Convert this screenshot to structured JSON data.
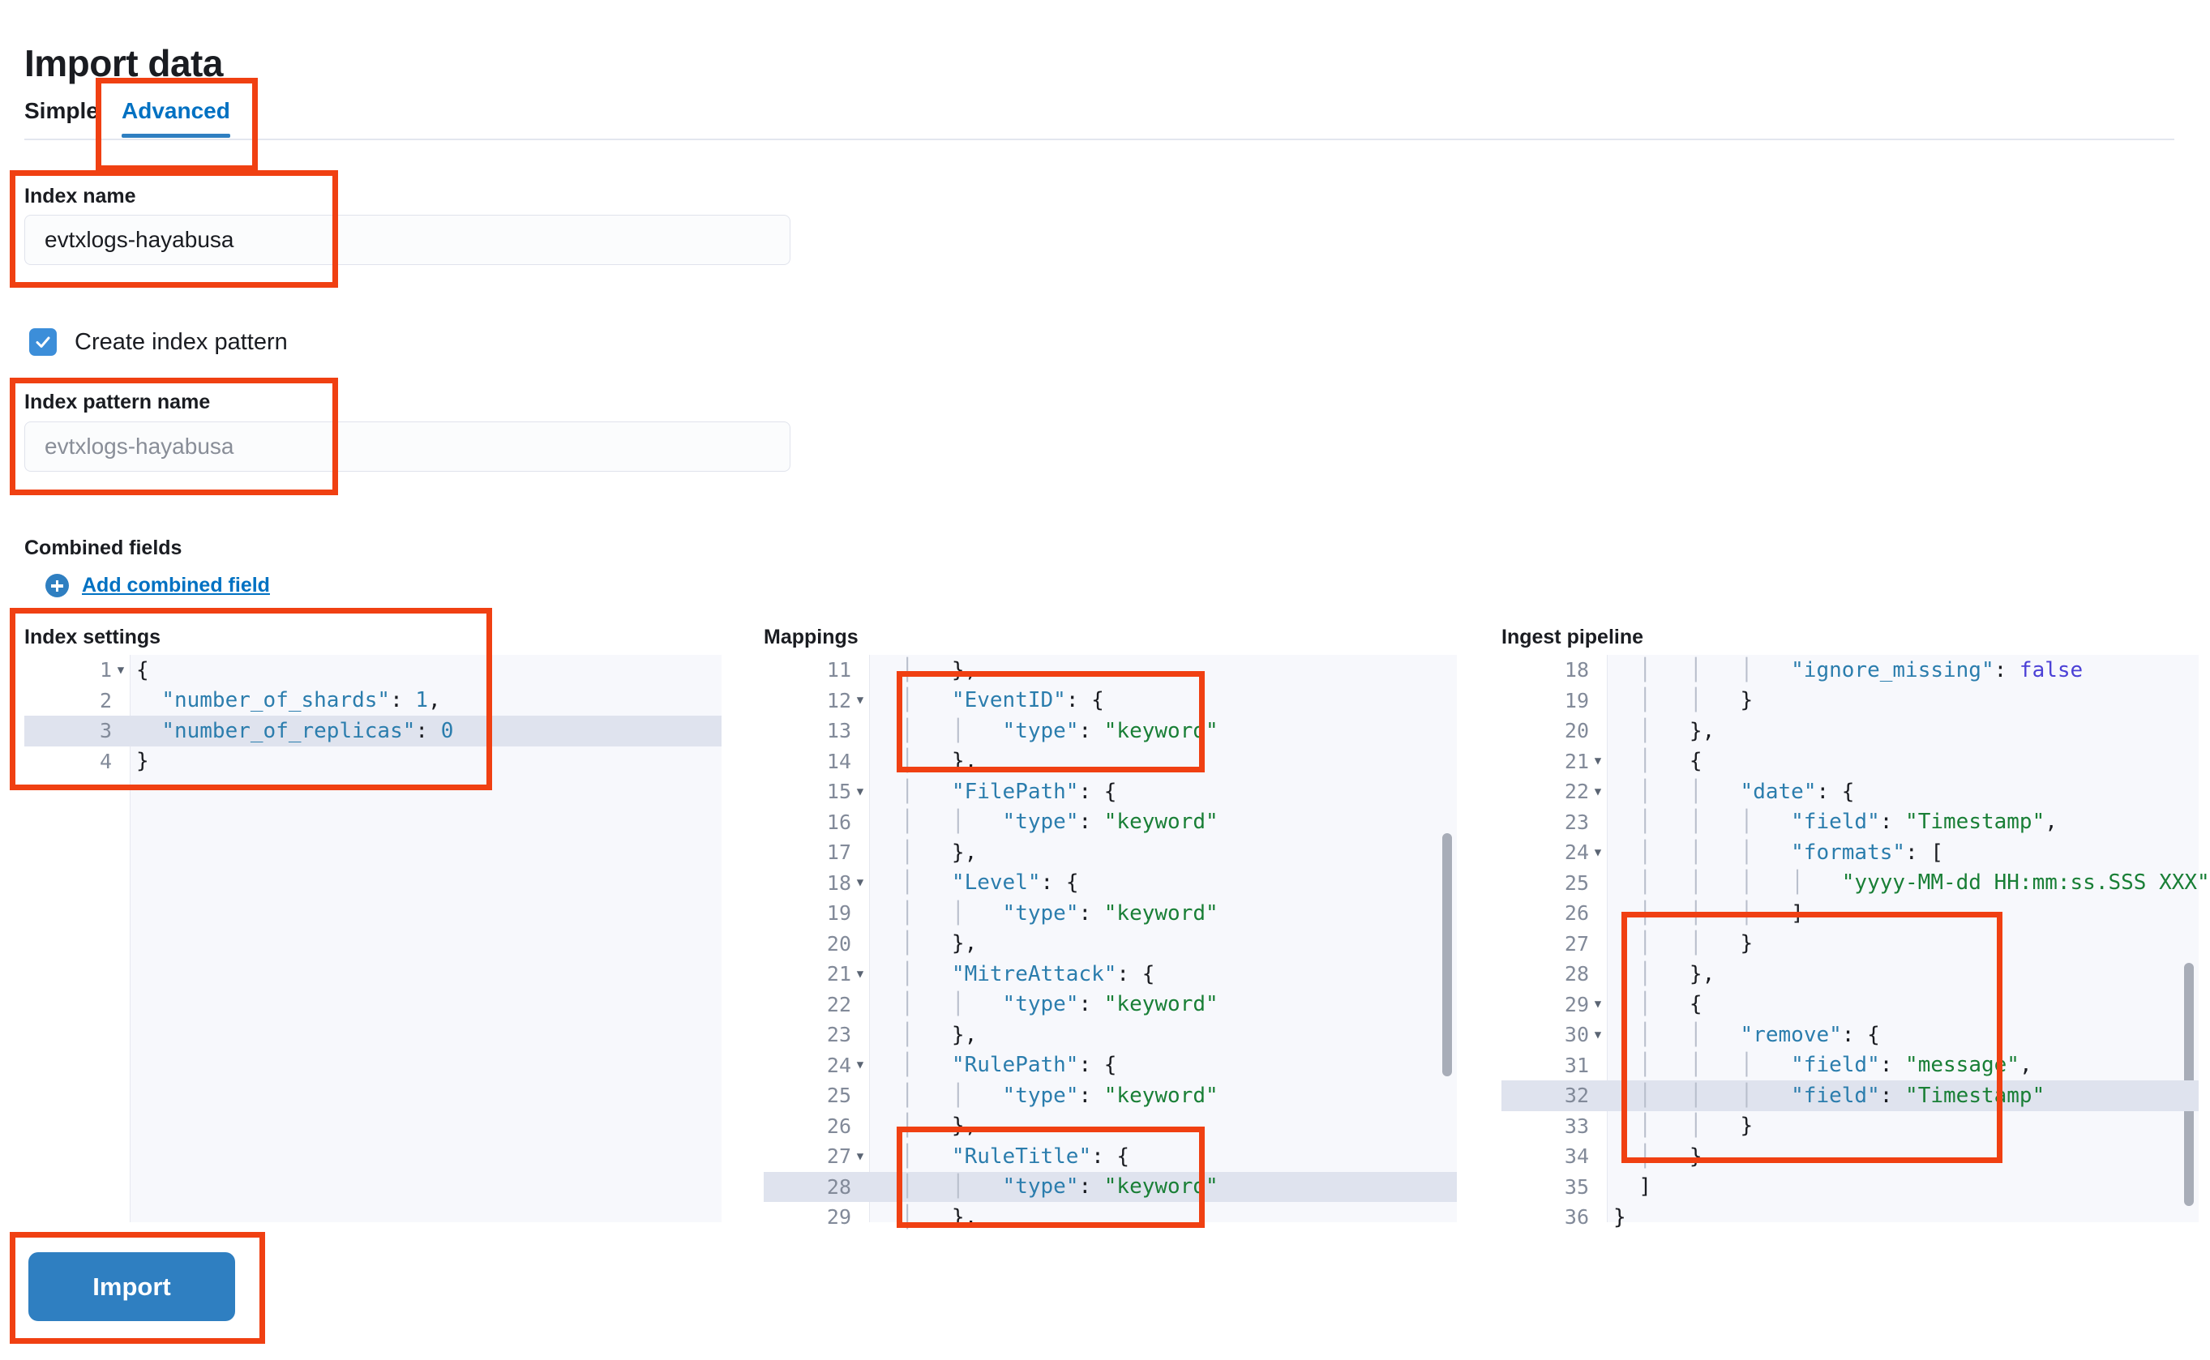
{
  "page": {
    "title": "Import data"
  },
  "tabs": [
    {
      "id": "simple",
      "label": "Simple",
      "selected": false
    },
    {
      "id": "advanced",
      "label": "Advanced",
      "selected": true
    }
  ],
  "form": {
    "index_name": {
      "label": "Index name",
      "value": "evtxlogs-hayabusa"
    },
    "create_index_pattern": {
      "label": "Create index pattern",
      "checked": true
    },
    "index_pattern_name": {
      "label": "Index pattern name",
      "placeholder": "evtxlogs-hayabusa"
    },
    "combined_fields": {
      "label": "Combined fields",
      "add_link": "Add combined field"
    }
  },
  "editors": {
    "index_settings": {
      "title": "Index settings",
      "active_line": 3,
      "first_line": 1,
      "lines": [
        {
          "n": 1,
          "fold": true,
          "text": "{"
        },
        {
          "n": 2,
          "fold": false,
          "text": "  \"number_of_shards\": 1,"
        },
        {
          "n": 3,
          "fold": false,
          "text": "  \"number_of_replicas\": 0"
        },
        {
          "n": 4,
          "fold": false,
          "text": "}"
        }
      ]
    },
    "mappings": {
      "title": "Mappings",
      "active_line": 28,
      "first_line": 11,
      "lines": [
        {
          "n": 11,
          "fold": false,
          "text": "  │   },"
        },
        {
          "n": 12,
          "fold": true,
          "text": "  │   \"EventID\": {"
        },
        {
          "n": 13,
          "fold": false,
          "text": "  │   │   \"type\": \"keyword\""
        },
        {
          "n": 14,
          "fold": false,
          "text": "  │   },"
        },
        {
          "n": 15,
          "fold": true,
          "text": "  │   \"FilePath\": {"
        },
        {
          "n": 16,
          "fold": false,
          "text": "  │   │   \"type\": \"keyword\""
        },
        {
          "n": 17,
          "fold": false,
          "text": "  │   },"
        },
        {
          "n": 18,
          "fold": true,
          "text": "  │   \"Level\": {"
        },
        {
          "n": 19,
          "fold": false,
          "text": "  │   │   \"type\": \"keyword\""
        },
        {
          "n": 20,
          "fold": false,
          "text": "  │   },"
        },
        {
          "n": 21,
          "fold": true,
          "text": "  │   \"MitreAttack\": {"
        },
        {
          "n": 22,
          "fold": false,
          "text": "  │   │   \"type\": \"keyword\""
        },
        {
          "n": 23,
          "fold": false,
          "text": "  │   },"
        },
        {
          "n": 24,
          "fold": true,
          "text": "  │   \"RulePath\": {"
        },
        {
          "n": 25,
          "fold": false,
          "text": "  │   │   \"type\": \"keyword\""
        },
        {
          "n": 26,
          "fold": false,
          "text": "  │   },"
        },
        {
          "n": 27,
          "fold": true,
          "text": "  │   \"RuleTitle\": {"
        },
        {
          "n": 28,
          "fold": false,
          "text": "  │   │   \"type\": \"keyword\""
        },
        {
          "n": 29,
          "fold": false,
          "text": "  │   },"
        }
      ]
    },
    "ingest_pipeline": {
      "title": "Ingest pipeline",
      "active_line": 32,
      "first_line": 18,
      "lines": [
        {
          "n": 18,
          "fold": false,
          "text": "  │   │   │   \"ignore_missing\": false"
        },
        {
          "n": 19,
          "fold": false,
          "text": "  │   │   }"
        },
        {
          "n": 20,
          "fold": false,
          "text": "  │   },"
        },
        {
          "n": 21,
          "fold": true,
          "text": "  │   {"
        },
        {
          "n": 22,
          "fold": true,
          "text": "  │   │   \"date\": {"
        },
        {
          "n": 23,
          "fold": false,
          "text": "  │   │   │   \"field\": \"Timestamp\","
        },
        {
          "n": 24,
          "fold": true,
          "text": "  │   │   │   \"formats\": ["
        },
        {
          "n": 25,
          "fold": false,
          "text": "  │   │   │   │   \"yyyy-MM-dd HH:mm:ss.SSS XXX\""
        },
        {
          "n": 26,
          "fold": false,
          "text": "  │   │   │   ]"
        },
        {
          "n": 27,
          "fold": false,
          "text": "  │   │   }"
        },
        {
          "n": 28,
          "fold": false,
          "text": "  │   },"
        },
        {
          "n": 29,
          "fold": true,
          "text": "  │   {"
        },
        {
          "n": 30,
          "fold": true,
          "text": "  │   │   \"remove\": {"
        },
        {
          "n": 31,
          "fold": false,
          "text": "  │   │   │   \"field\": \"message\","
        },
        {
          "n": 32,
          "fold": false,
          "text": "  │   │   │   \"field\": \"Timestamp\""
        },
        {
          "n": 33,
          "fold": false,
          "text": "  │   │   }"
        },
        {
          "n": 34,
          "fold": false,
          "text": "  │   }"
        },
        {
          "n": 35,
          "fold": false,
          "text": "  ]"
        },
        {
          "n": 36,
          "fold": false,
          "text": "}"
        }
      ]
    }
  },
  "actions": {
    "import_label": "Import"
  },
  "annotations": {
    "box_color": "#f04012",
    "highlighted": [
      "advanced-tab",
      "index-name-field",
      "index-pattern-name-field",
      "index-settings-editor",
      "mappings-eventid-block",
      "mappings-ruletitle-block",
      "ingest-remove-processor-block",
      "import-button"
    ]
  },
  "colors": {
    "accent_blue": "#2f7fc1",
    "link_blue": "#0071c2",
    "string_green": "#197f36",
    "key_blue": "#2b7dad",
    "boolean_purple": "#4b40d6",
    "active_line": "#dfe3ee",
    "editor_bg": "#f7f8fc"
  }
}
